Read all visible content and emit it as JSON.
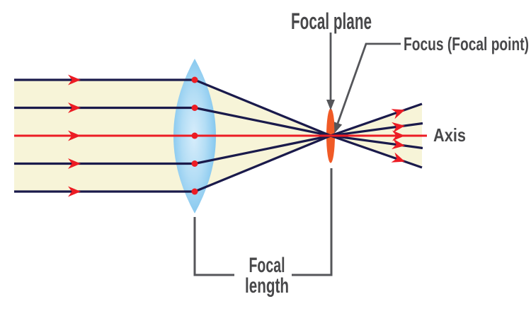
{
  "labels": {
    "focal_plane": "Focal plane",
    "focus": "Focus (Focal point)",
    "axis": "Axis",
    "focal_length": {
      "line1": "Focal",
      "line2": "length"
    }
  },
  "colors": {
    "ray_navy": "#1a1a4b",
    "ray_red": "#ec1c24",
    "beam_yellow": "#f7f4d8",
    "lens_center_blue": "#d7edfb",
    "lens_edge_blue": "#72bcea",
    "focal_point_orange": "#f05a26",
    "label_text_gray": "#48484a",
    "annotation_gray": "#55565a"
  }
}
